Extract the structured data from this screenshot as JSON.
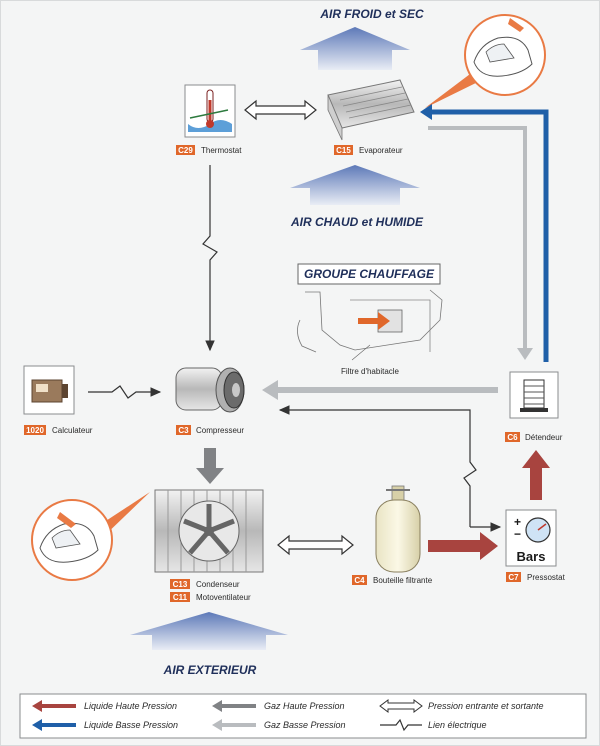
{
  "headings": {
    "air_froid": "AIR FROID et SEC",
    "air_chaud": "AIR CHAUD et HUMIDE",
    "groupe": "GROUPE CHAUFFAGE",
    "air_exterieur": "AIR EXTERIEUR"
  },
  "components": {
    "thermostat": {
      "code": "C29",
      "name": "Thermostat"
    },
    "evaporateur": {
      "code": "C15",
      "name": "Evaporateur"
    },
    "calculateur": {
      "code": "1020",
      "name": "Calculateur"
    },
    "compresseur": {
      "code": "C3",
      "name": "Compresseur"
    },
    "detendeur": {
      "code": "C6",
      "name": "Détendeur"
    },
    "condenseur": {
      "code": "C13",
      "name": "Condenseur"
    },
    "motoventilateur": {
      "code": "C11",
      "name": "Motoventilateur"
    },
    "bouteille": {
      "code": "C4",
      "name": "Bouteille filtrante"
    },
    "pressostat": {
      "code": "C7",
      "name": "Pressostat"
    }
  },
  "filtre_label": "Filtre d'habitacle",
  "bars_label": "Bars",
  "legend": {
    "liquide_haute": "Liquide Haute Pression",
    "liquide_basse": "Liquide Basse Pression",
    "gaz_haute": "Gaz Haute Pression",
    "gaz_basse": "Gaz Basse Pression",
    "pression_es": "Pression entrante et sortante",
    "lien": "Lien électrique"
  },
  "colors": {
    "liquide_haute": "#a8443f",
    "liquide_basse": "#1f5fa8",
    "gaz_haute": "#808285",
    "gaz_basse": "#b9bcbf",
    "code_badge": "#e0672a",
    "air_arrow": "#5d79b8"
  }
}
